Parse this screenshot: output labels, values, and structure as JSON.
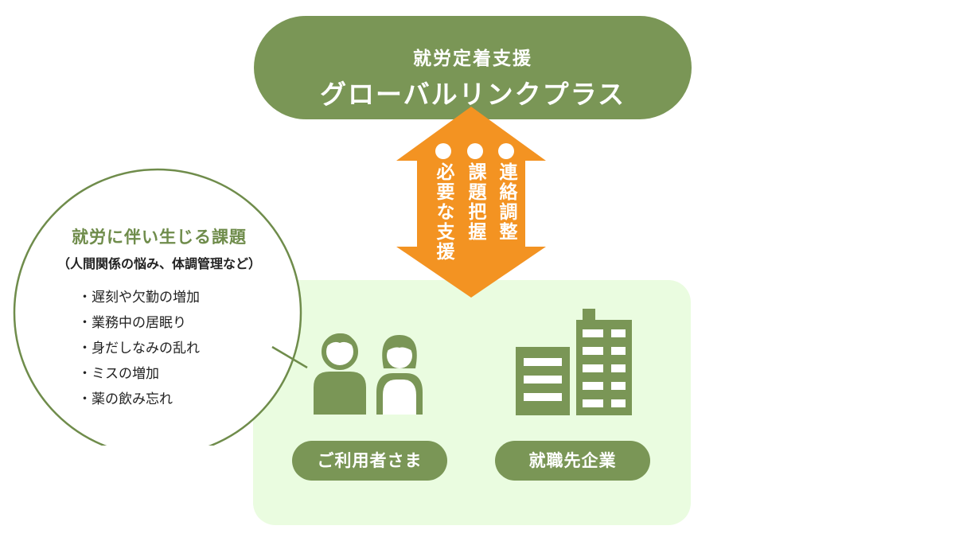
{
  "colors": {
    "green": "#7a9656",
    "panel": "#eafce0",
    "orange": "#f39322",
    "text": "#222222"
  },
  "header": {
    "line1": "就労定着支援",
    "line2": "グローバルリンクプラス"
  },
  "arrow": {
    "columns": [
      {
        "text": "必要な支援"
      },
      {
        "text": "課題把握"
      },
      {
        "text": "連絡調整"
      }
    ]
  },
  "bubble": {
    "title": "就労に伴い生じる課題",
    "subtitle": "（人間関係の悩み、体調管理など）",
    "items": [
      "遅刻や欠勤の増加",
      "業務中の居眠り",
      "身だしなみの乱れ",
      "ミスの増加",
      "薬の飲み忘れ"
    ]
  },
  "labels": {
    "user": "ご利用者さま",
    "company": "就職先企業"
  },
  "icons": {
    "people": "people-icon",
    "building": "building-icon",
    "dot": "bullet-dot-icon"
  }
}
